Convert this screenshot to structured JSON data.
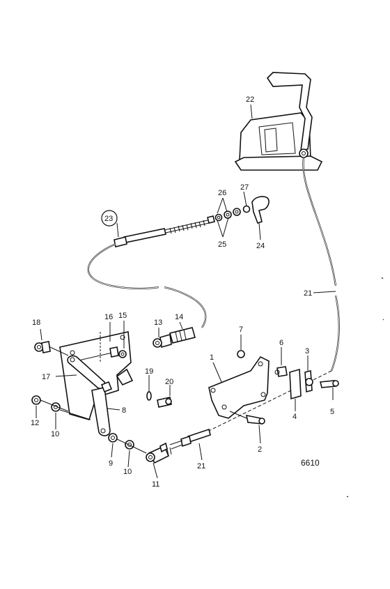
{
  "figure_id": "6610",
  "callouts": {
    "c1": "1",
    "c2": "2",
    "c3": "3",
    "c4": "4",
    "c5": "5",
    "c6": "6",
    "c7": "7",
    "c8": "8",
    "c9": "9",
    "c10a": "10",
    "c10b": "10",
    "c11": "11",
    "c12": "12",
    "c13": "13",
    "c14": "14",
    "c15": "15",
    "c16": "16",
    "c17": "17",
    "c18": "18",
    "c19": "19",
    "c20": "20",
    "c21a": "21",
    "c21b": "21",
    "c22": "22",
    "c23": "23",
    "c24": "24",
    "c25": "25",
    "c26": "26",
    "c27": "27"
  }
}
